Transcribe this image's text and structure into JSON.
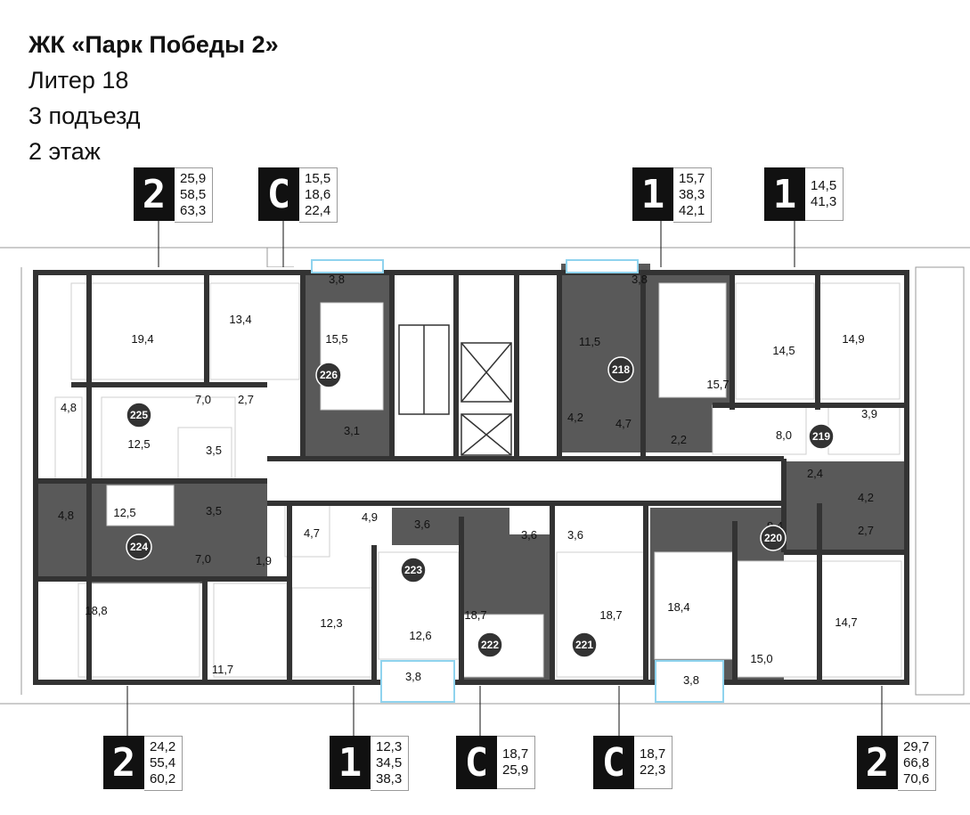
{
  "header": {
    "line1": "ЖК «Парк Победы 2»",
    "line2": "Литер 18",
    "line3": "3 подъезд",
    "line4": "2 этаж"
  },
  "tags": {
    "t1": {
      "type": "2",
      "v": [
        "25,9",
        "58,5",
        "63,3"
      ]
    },
    "t2": {
      "type": "С",
      "v": [
        "15,5",
        "18,6",
        "22,4"
      ]
    },
    "t3": {
      "type": "1",
      "v": [
        "15,7",
        "38,3",
        "42,1"
      ]
    },
    "t4": {
      "type": "1",
      "v": [
        "14,5",
        "41,3"
      ]
    },
    "t5": {
      "type": "2",
      "v": [
        "24,2",
        "55,4",
        "60,2"
      ]
    },
    "t6": {
      "type": "1",
      "v": [
        "12,3",
        "34,5",
        "38,3"
      ]
    },
    "t7": {
      "type": "С",
      "v": [
        "18,7",
        "25,9"
      ]
    },
    "t8": {
      "type": "С",
      "v": [
        "18,7",
        "22,3"
      ]
    },
    "t9": {
      "type": "2",
      "v": [
        "29,7",
        "66,8",
        "70,6"
      ]
    }
  },
  "badges": {
    "b226": "226",
    "b225": "225",
    "b224": "224",
    "b223": "223",
    "b222": "222",
    "b221": "221",
    "b218": "218",
    "b219": "219",
    "b220": "220"
  },
  "rooms": {
    "r1": "19,4",
    "r2": "13,4",
    "r3": "3,8",
    "r4": "15,5",
    "r5": "7,0",
    "r6": "2,7",
    "r7": "4,8",
    "r8": "12,5",
    "r9": "3,5",
    "r10": "3,1",
    "r11": "4,8",
    "r12": "12,5",
    "r13": "3,5",
    "r14": "7,0",
    "r15": "1,9",
    "r16": "4,7",
    "r17": "4,9",
    "r18": "3,6",
    "r19": "18,8",
    "r20": "11,7",
    "r21": "12,3",
    "r22": "12,6",
    "r23": "3,8",
    "r24": "18,7",
    "r25": "3,6",
    "r26": "3,6",
    "r27": "18,7",
    "r28": "3,8",
    "r29": "11,5",
    "r30": "15,7",
    "r31": "4,2",
    "r32": "4,7",
    "r33": "2,2",
    "r34": "14,5",
    "r35": "14,9",
    "r36": "3,9",
    "r37": "8,0",
    "r38": "2,4",
    "r39": "4,2",
    "r40": "2,7",
    "r41": "9,4",
    "r42": "18,4",
    "r43": "3,8",
    "r44": "15,0",
    "r45": "14,7"
  },
  "colors": {
    "wall": "#333333",
    "grey": "#595959",
    "white": "#ffffff",
    "accent": "#8fd3ee"
  }
}
